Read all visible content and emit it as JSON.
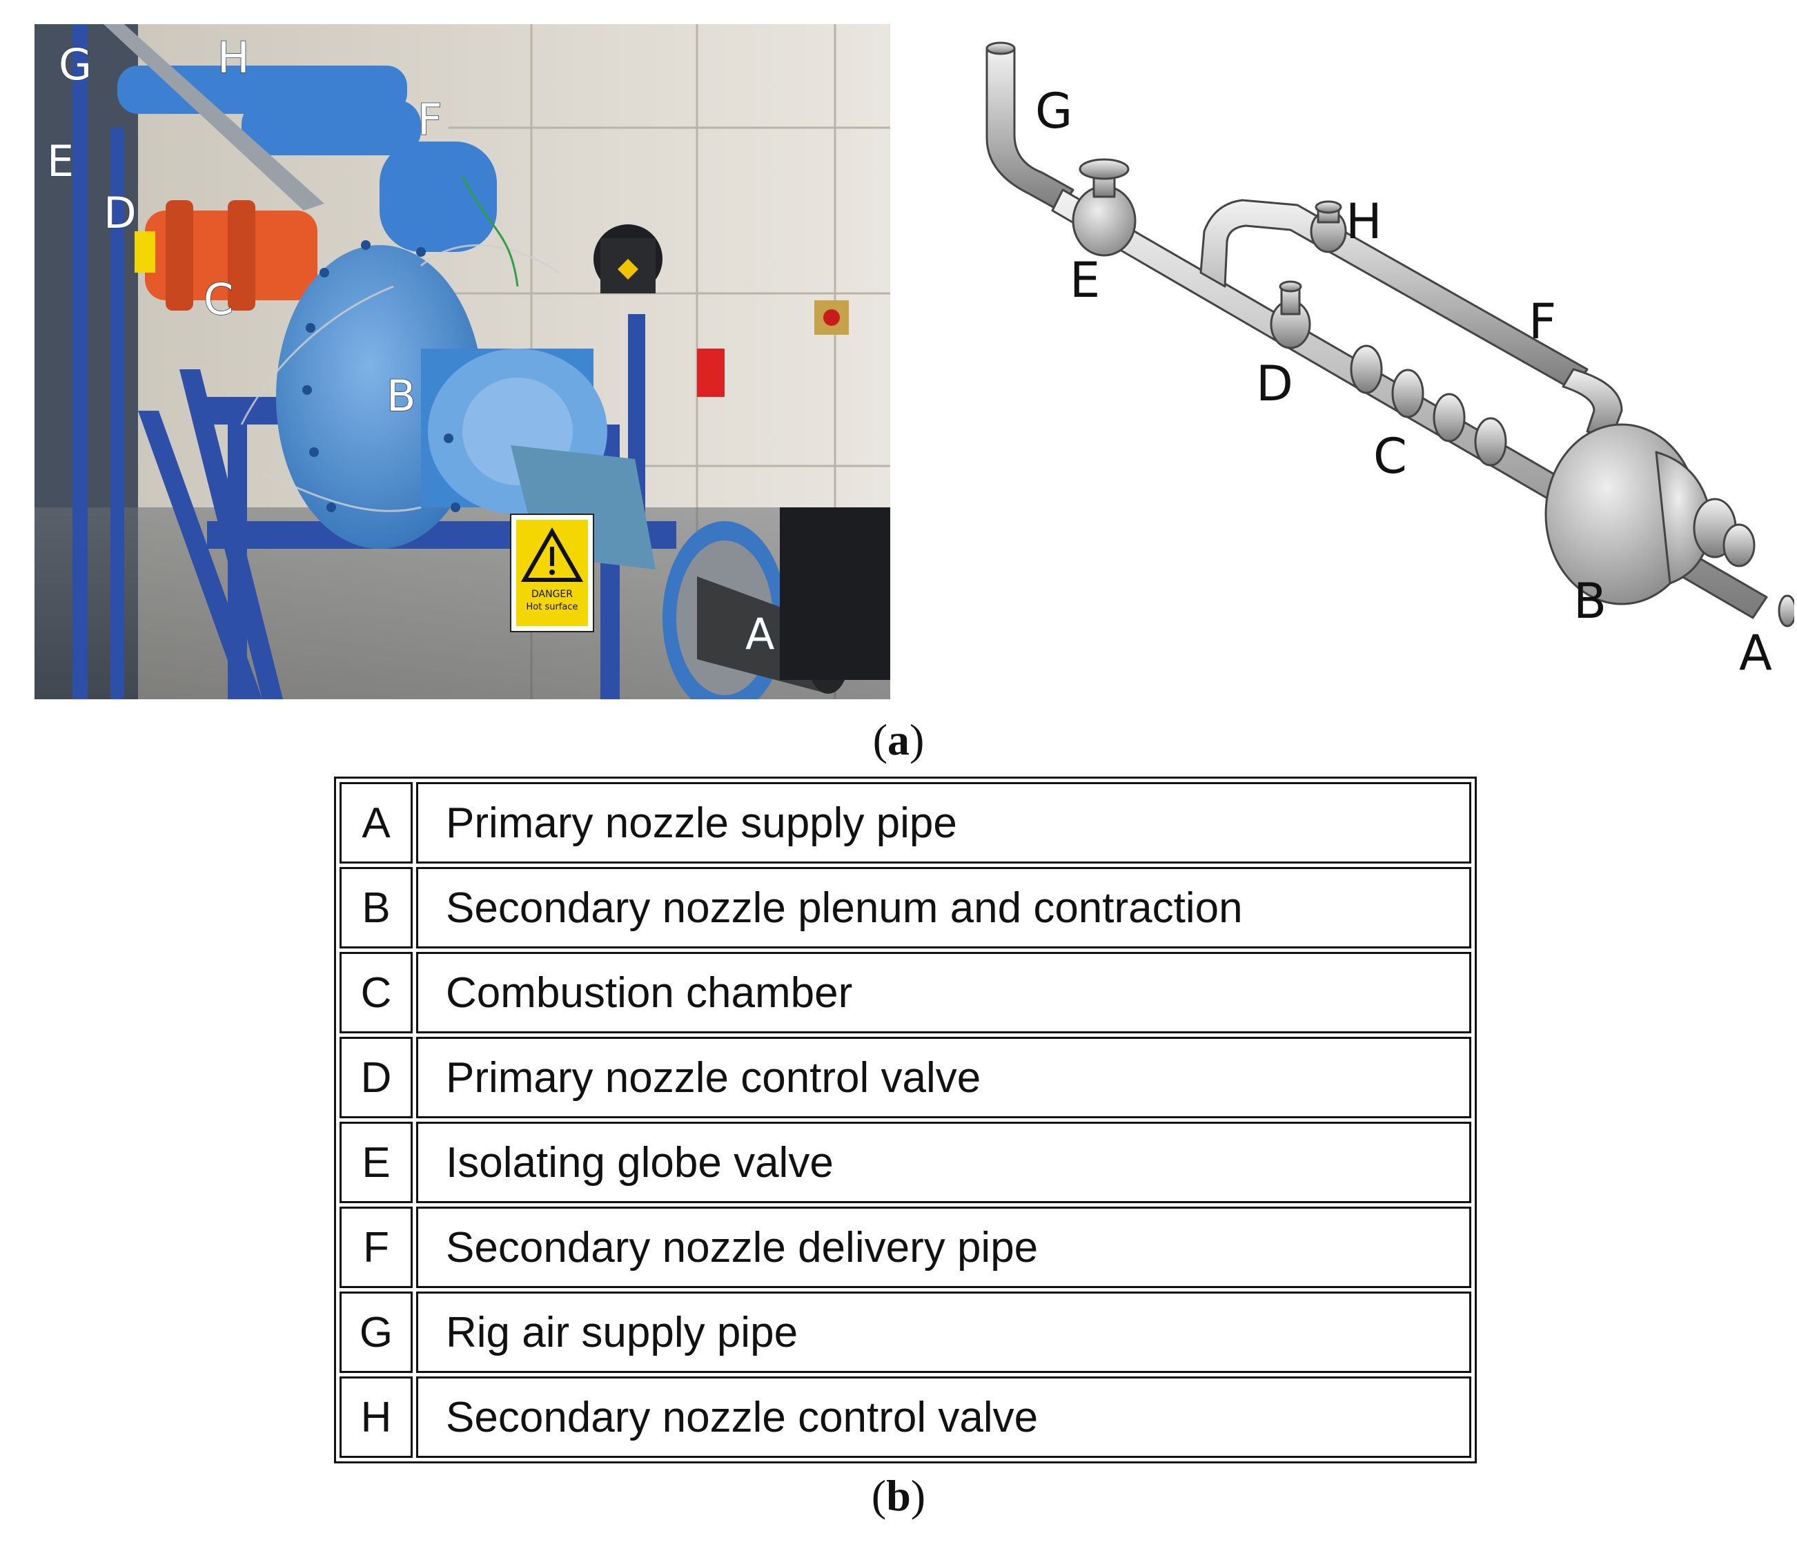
{
  "figure": {
    "panel_a": {
      "caption_letter": "a",
      "photo_labels": [
        "G",
        "H",
        "F",
        "E",
        "D",
        "C",
        "B",
        "A"
      ],
      "cad_labels": [
        "G",
        "H",
        "E",
        "F",
        "D",
        "C",
        "B",
        "A"
      ],
      "warning_sign_text": [
        "DANGER",
        "Hot surface"
      ]
    },
    "panel_b": {
      "caption_letter": "b",
      "rows": [
        {
          "key": "A",
          "desc": "Primary nozzle supply pipe"
        },
        {
          "key": "B",
          "desc": "Secondary nozzle plenum and contraction"
        },
        {
          "key": "C",
          "desc": "Combustion chamber"
        },
        {
          "key": "D",
          "desc": "Primary nozzle control valve"
        },
        {
          "key": "E",
          "desc": "Isolating globe valve"
        },
        {
          "key": "F",
          "desc": "Secondary nozzle delivery pipe"
        },
        {
          "key": "G",
          "desc": "Rig air supply pipe"
        },
        {
          "key": "H",
          "desc": "Secondary nozzle control valve"
        }
      ]
    }
  }
}
